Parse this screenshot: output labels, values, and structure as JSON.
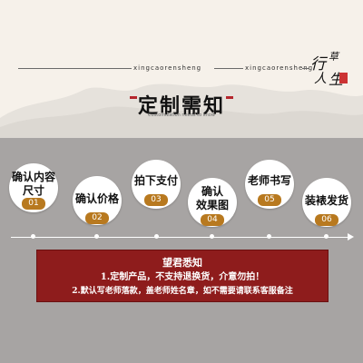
{
  "header": {
    "brand_left": "xingcaorensheng",
    "brand_right": "xingcaorensheng",
    "logo_text": "行草人生",
    "title": "定制需知",
    "subtitle": "Customization needs to know"
  },
  "steps": [
    {
      "label_line1": "确认内容",
      "label_line2": "尺寸",
      "number": "01"
    },
    {
      "label_line1": "确认价格",
      "label_line2": "",
      "number": "02"
    },
    {
      "label_line1": "拍下支付",
      "label_line2": "",
      "number": "03"
    },
    {
      "label_line1": "确认",
      "label_line2": "效果图",
      "number": "04"
    },
    {
      "label_line1": "老师书写",
      "label_line2": "",
      "number": "05"
    },
    {
      "label_line1": "装裱发货",
      "label_line2": "",
      "number": "06"
    }
  ],
  "notice": {
    "heading": "望君悉知",
    "line1": "1.定制产品，不支持退换货，介意勿拍！",
    "line2": "2.默认写老师落款，盖老师姓名章，如不需要请联系客服备注"
  },
  "colors": {
    "header_bg": "#f6f1ea",
    "body_bg": "#a7a4a3",
    "accent": "#b8791f",
    "notice_bg": "#8e1c1c"
  }
}
